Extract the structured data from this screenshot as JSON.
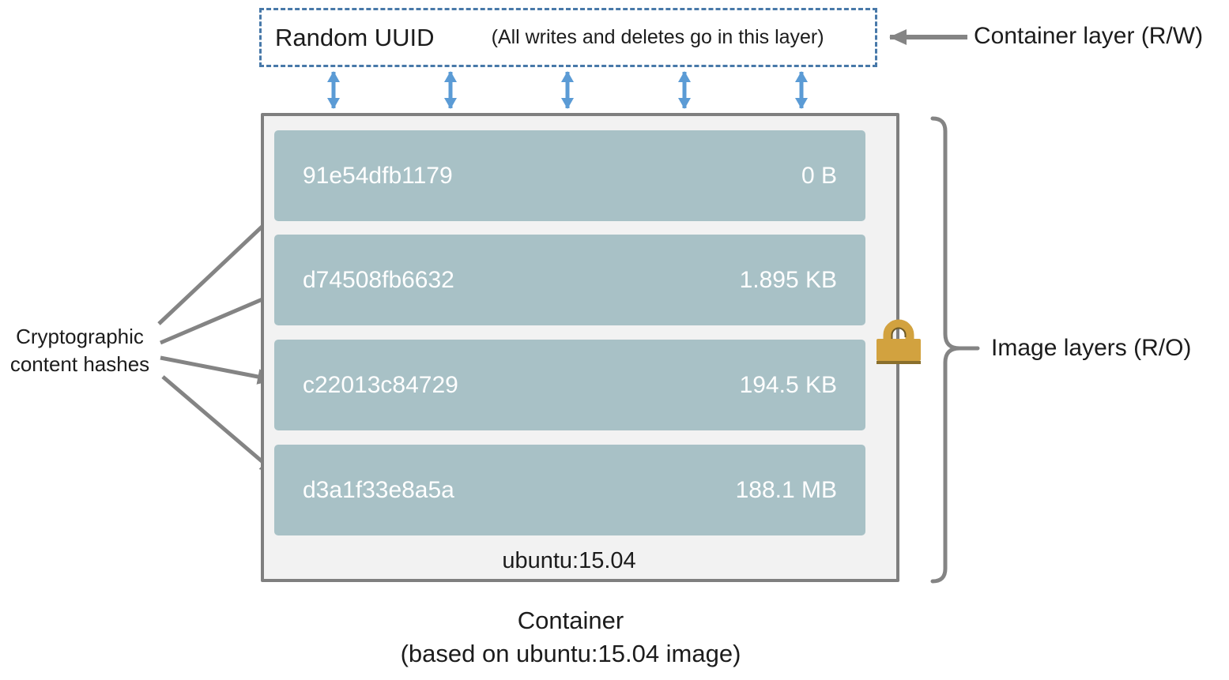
{
  "container_layer_box": {
    "title": "Random UUID",
    "note": "(All writes and deletes go in this layer)"
  },
  "labels": {
    "container_layer": "Container layer (R/W)",
    "image_layers": "Image layers (R/O)",
    "hash_note_line1": "Cryptographic",
    "hash_note_line2": "content hashes",
    "base_image": "ubuntu:15.04",
    "caption_line1": "Container",
    "caption_line2": "(based on ubuntu:15.04 image)"
  },
  "image_layers": [
    {
      "hash": "91e54dfb1179",
      "size": "0 B"
    },
    {
      "hash": "d74508fb6632",
      "size": "1.895 KB"
    },
    {
      "hash": "c22013c84729",
      "size": "194.5 KB"
    },
    {
      "hash": "d3a1f33e8a5a",
      "size": "188.1 MB"
    }
  ],
  "icons": {
    "lock_icon": "padlock",
    "blue_connector_arrows": "double-headed-vertical-arrows",
    "hash_arrows": "pointer-arrows",
    "brace": "right-curly-brace"
  },
  "colors": {
    "layer_fill": "#a8c1c6",
    "container_fill": "#f2f2f2",
    "border_gray": "#7f7f7f",
    "arrow_gray": "#848484",
    "arrow_blue": "#5b9bd5",
    "dashed_blue": "#4879a9",
    "lock_gold": "#d2a23f",
    "lock_shadow": "#8a6f2c",
    "layer_text": "#ffffff",
    "text_black": "#1c1c1c"
  }
}
